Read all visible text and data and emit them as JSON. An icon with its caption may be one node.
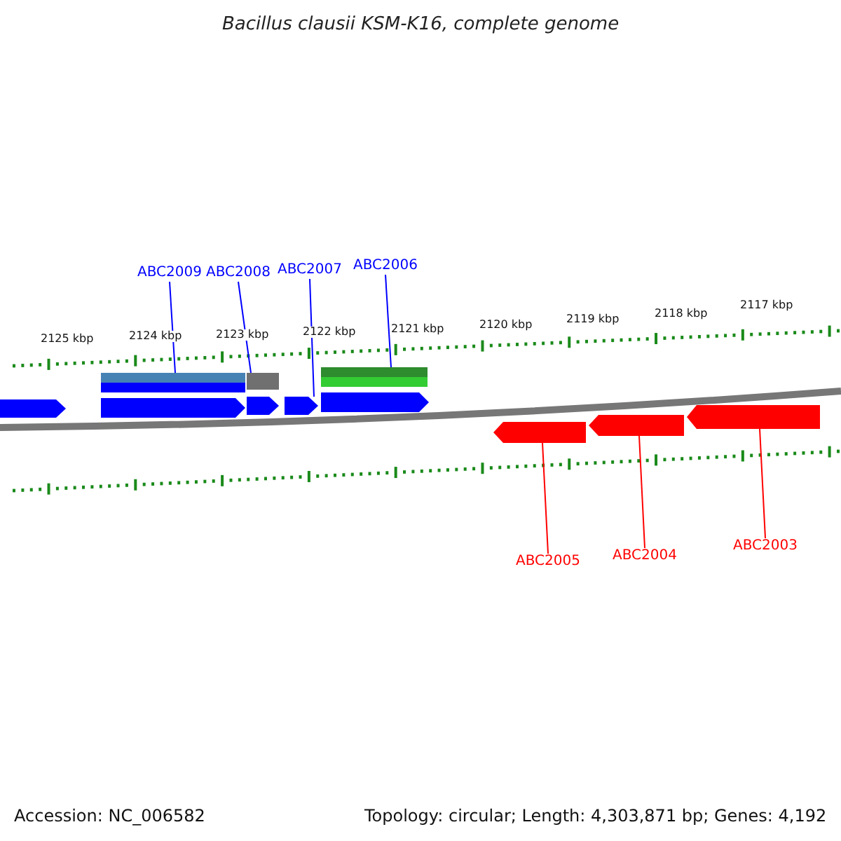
{
  "diagram": {
    "title": "Bacillus clausii KSM-K16, complete genome",
    "nodes": [
      {
        "text": [
          "ABC2009"
        ]
      },
      {
        "text": [
          "ABC2008"
        ]
      },
      {
        "text": [
          "ABC2007"
        ]
      },
      {
        "text": [
          "ABC2006"
        ]
      },
      {
        "text": [],
        "shape": "bar"
      },
      {
        "text": [],
        "shape": "bar"
      },
      {
        "text": [],
        "shape": "bar"
      },
      {
        "text": [],
        "shape": "arrow"
      },
      {
        "text": [],
        "shape": "arrow"
      },
      {
        "text": [],
        "shape": "arrow"
      },
      {
        "text": [],
        "shape": "arrow"
      },
      {
        "text": [],
        "shape": "arrow"
      },
      {
        "text": [],
        "shape": "arrow"
      },
      {
        "text": [],
        "shape": "arrow"
      },
      {
        "text": [],
        "shape": "arrow"
      },
      {
        "text": [
          "ABC2005"
        ]
      },
      {
        "text": [
          "ABC2004"
        ]
      },
      {
        "text": [
          "ABC2003"
        ]
      }
    ],
    "edges": [
      {
        "from": 0,
        "to": 4,
        "arrow": "none"
      },
      {
        "from": 1,
        "to": 5,
        "arrow": "none"
      },
      {
        "from": 2,
        "to": 10,
        "arrow": "none"
      },
      {
        "from": 3,
        "to": 6,
        "arrow": "none"
      },
      {
        "from": 15,
        "to": 12,
        "arrow": "none",
        "color": "#ff0000"
      },
      {
        "from": 16,
        "to": 13,
        "arrow": "none",
        "color": "#ff0000"
      },
      {
        "from": 17,
        "to": 14,
        "arrow": "none",
        "color": "#ff0000"
      }
    ],
    "labels": [
      "2125 kbp",
      "2124 kbp",
      "2123 kbp",
      "2122 kbp",
      "2121 kbp",
      "2120 kbp",
      "2119 kbp",
      "2118 kbp",
      "2117 kbp",
      "Accession: NC_006582",
      "Topology: circular; Length: 4,303,871 bp; Genes: 4,192"
    ]
  }
}
